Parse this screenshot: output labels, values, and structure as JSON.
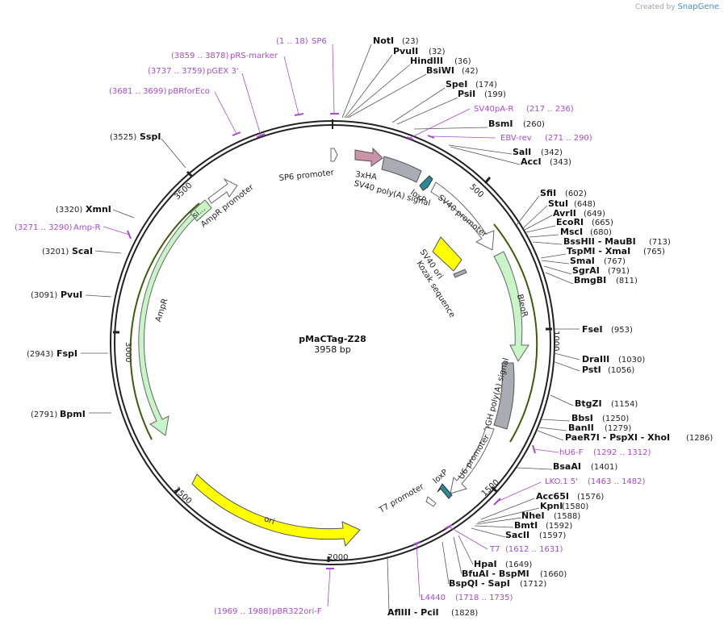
{
  "branding": {
    "prefix": "Created by",
    "name": "SnapGene"
  },
  "plasmid": {
    "name": "pMaCTag-Z28",
    "length_label": "3958 bp",
    "length": 3958
  },
  "colors": {
    "primer": "#a94ad1",
    "backbone": "#222222"
  },
  "ticks": [
    "500",
    "1000",
    "1500",
    "2000",
    "2500",
    "3000",
    "3500"
  ],
  "features": [
    {
      "label": "SP6 promoter"
    },
    {
      "label": "3xHA"
    },
    {
      "label": "SV40 poly(A) signal"
    },
    {
      "label": "loxP"
    },
    {
      "label": "SV40 promoter"
    },
    {
      "label": "SV40 ori"
    },
    {
      "label": "Kozak sequence"
    },
    {
      "label": "BleoR"
    },
    {
      "label": "bGH poly(A) signal"
    },
    {
      "label": "U6 promoter"
    },
    {
      "label": "loxP"
    },
    {
      "label": "T7 promoter"
    },
    {
      "label": "ori"
    },
    {
      "label": "AmpR"
    },
    {
      "label": "AmpR promoter"
    },
    {
      "label": "si..."
    }
  ],
  "sites": [
    {
      "name": "NotI",
      "pos": "(23)"
    },
    {
      "name": "PvuII",
      "pos": "(32)"
    },
    {
      "name": "HindIII",
      "pos": "(36)"
    },
    {
      "name": "BsiWI",
      "pos": "(42)"
    },
    {
      "name": "SpeI",
      "pos": "(174)"
    },
    {
      "name": "PsiI",
      "pos": "(199)"
    },
    {
      "name": "BsmI",
      "pos": "(260)"
    },
    {
      "name": "SalI",
      "pos": "(342)"
    },
    {
      "name": "AccI",
      "pos": "(343)"
    },
    {
      "name": "SfiI",
      "pos": "(602)"
    },
    {
      "name": "StuI",
      "pos": "(648)"
    },
    {
      "name": "AvrII",
      "pos": "(649)"
    },
    {
      "name": "EcoRI",
      "pos": "(665)"
    },
    {
      "name": "MscI",
      "pos": "(680)"
    },
    {
      "name": "BssHII  - MauBI",
      "pos": "(713)"
    },
    {
      "name": "TspMI  - XmaI",
      "pos": "(765)"
    },
    {
      "name": "SmaI",
      "pos": "(767)"
    },
    {
      "name": "SgrAI",
      "pos": "(791)"
    },
    {
      "name": "BmgBI",
      "pos": "(811)"
    },
    {
      "name": "FseI",
      "pos": "(953)"
    },
    {
      "name": "DraIII",
      "pos": "(1030)"
    },
    {
      "name": "PstI",
      "pos": "(1056)"
    },
    {
      "name": "BtgZI",
      "pos": "(1154)"
    },
    {
      "name": "BbsI",
      "pos": "(1250)"
    },
    {
      "name": "BanII",
      "pos": "(1279)"
    },
    {
      "name": "PaeR7I  - PspXI  - XhoI",
      "pos": "(1286)"
    },
    {
      "name": "BsaAI",
      "pos": "(1401)"
    },
    {
      "name": "Acc65I",
      "pos": "(1576)"
    },
    {
      "name": "KpnI",
      "pos": "(1580)"
    },
    {
      "name": "NheI",
      "pos": "(1588)"
    },
    {
      "name": "BmtI",
      "pos": "(1592)"
    },
    {
      "name": "SacII",
      "pos": "(1597)"
    },
    {
      "name": "HpaI",
      "pos": "(1649)"
    },
    {
      "name": "BfuAI  - BspMI",
      "pos": "(1660)"
    },
    {
      "name": "BspQI  - SapI",
      "pos": "(1712)"
    },
    {
      "name": "AflIII  - PciI",
      "pos": "(1828)"
    },
    {
      "name": "BpmI",
      "pos": "(2791)"
    },
    {
      "name": "FspI",
      "pos": "(2943)"
    },
    {
      "name": "PvuI",
      "pos": "(3091)"
    },
    {
      "name": "ScaI",
      "pos": "(3201)"
    },
    {
      "name": "XmnI",
      "pos": "(3320)"
    },
    {
      "name": "SspI",
      "pos": "(3525)"
    }
  ],
  "primers": [
    {
      "name": "SP6",
      "range": "(1 .. 18)"
    },
    {
      "name": "pRS-marker",
      "range": "(3859 .. 3878)"
    },
    {
      "name": "pGEX 3'",
      "range": "(3737 .. 3759)"
    },
    {
      "name": "pBRforEco",
      "range": "(3681 .. 3699)"
    },
    {
      "name": "SV40pA-R",
      "range": "(217 .. 236)"
    },
    {
      "name": "EBV-rev",
      "range": "(271 .. 290)"
    },
    {
      "name": "hU6-F",
      "range": "(1292 .. 1312)"
    },
    {
      "name": "LKO.1 5'",
      "range": "(1463 .. 1482)"
    },
    {
      "name": "T7",
      "range": "(1612 .. 1631)"
    },
    {
      "name": "L4440",
      "range": "(1718 .. 1735)"
    },
    {
      "name": "pBR322ori-F",
      "range": "(1969 .. 1988)"
    },
    {
      "name": "Amp-R",
      "range": "(3271 .. 3290)"
    }
  ]
}
